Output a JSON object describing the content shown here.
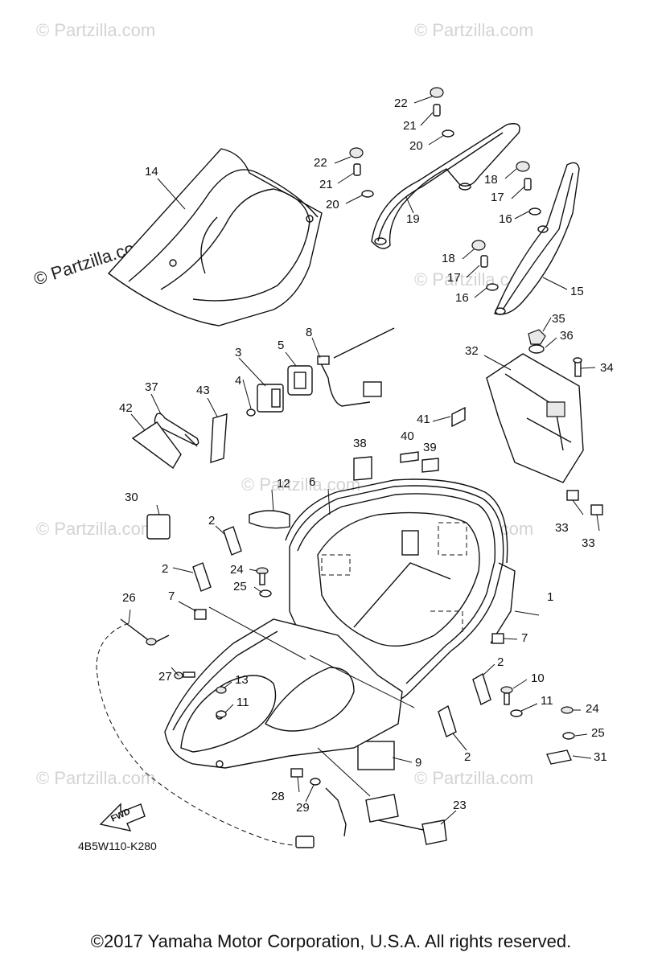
{
  "diagram": {
    "drawing_code": "4B5W110-K280",
    "fwd_label": "FWD",
    "copyright": "©2017  Yamaha Motor Corporation, U.S.A. All rights reserved.",
    "watermarks": [
      "© Partzilla.com",
      "© Partzilla.com",
      "© Partzilla.com",
      "© Partzilla.com",
      "© Partzilla.com",
      "© Partzilla.com",
      "© Partzilla.com",
      "© Partzilla.com",
      "© Partzilla.com"
    ],
    "callouts": [
      "1",
      "2",
      "2",
      "2",
      "2",
      "3",
      "4",
      "5",
      "6",
      "7",
      "7",
      "8",
      "9",
      "10",
      "11",
      "11",
      "12",
      "13",
      "14",
      "15",
      "16",
      "16",
      "17",
      "17",
      "18",
      "18",
      "19",
      "20",
      "20",
      "21",
      "21",
      "22",
      "22",
      "23",
      "24",
      "24",
      "25",
      "25",
      "26",
      "27",
      "28",
      "29",
      "30",
      "31",
      "32",
      "33",
      "33",
      "34",
      "35",
      "36",
      "37",
      "38",
      "39",
      "40",
      "41",
      "42",
      "43"
    ]
  }
}
